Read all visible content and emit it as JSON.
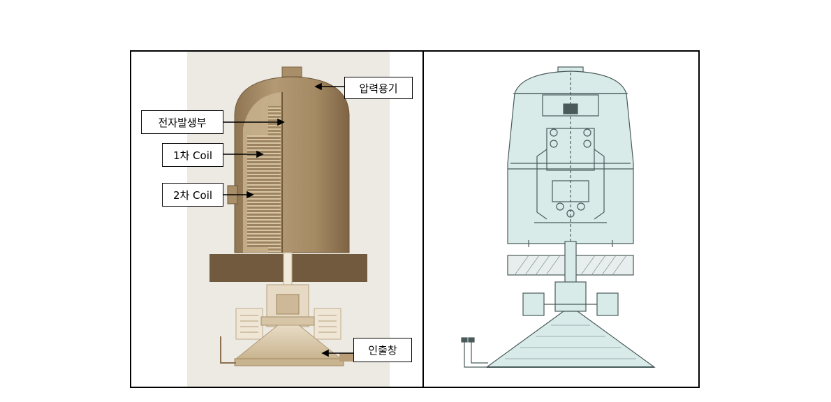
{
  "labels": {
    "pressure_vessel": "압력용기",
    "electron_generator": "전자발생부",
    "primary_coil": "1차 Coil",
    "secondary_coil": "2차 Coil",
    "output_window": "인출창"
  },
  "colors": {
    "vessel_bronze": "#a98e6a",
    "vessel_dark": "#8c7250",
    "platform_brown": "#715a3e",
    "background_left": "#ede9e3",
    "drawing_fill": "#d8ebe9",
    "drawing_line": "#4a5a5a"
  }
}
